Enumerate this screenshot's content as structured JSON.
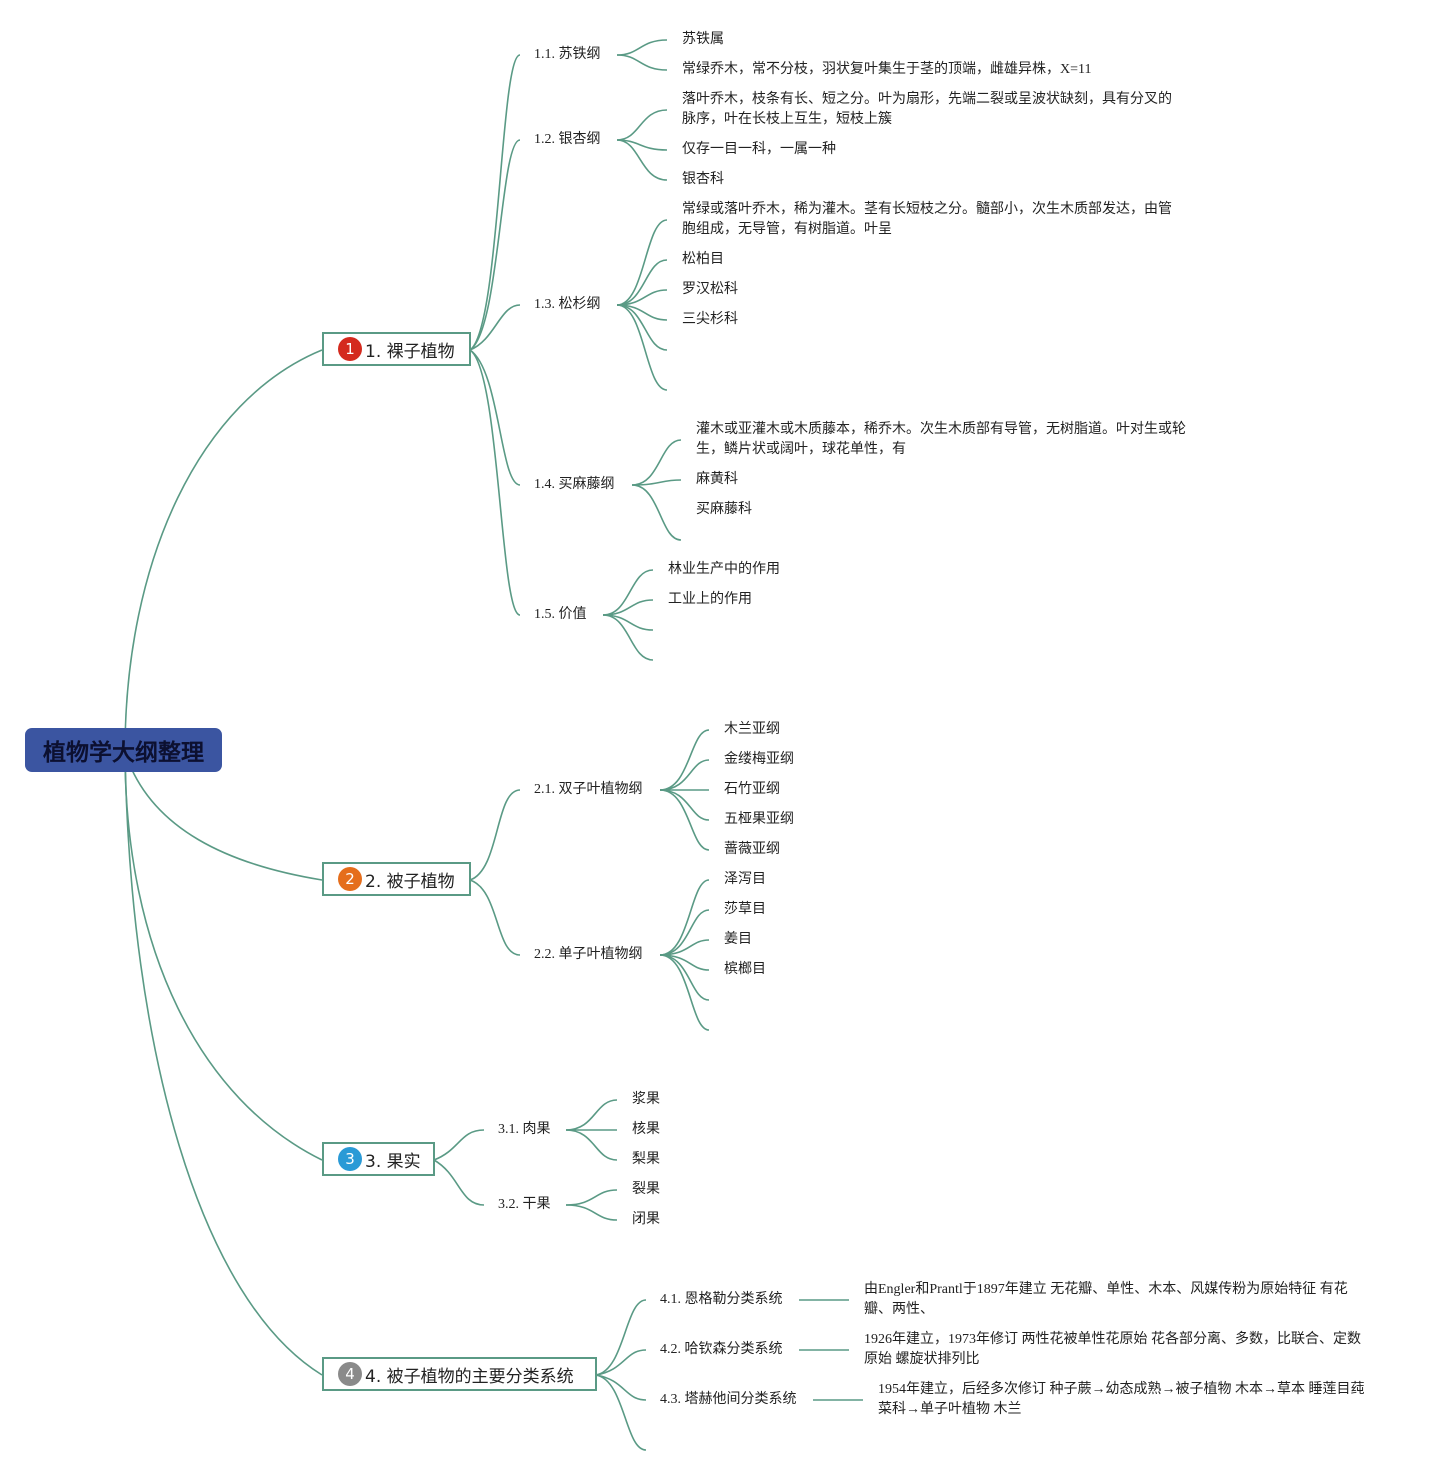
{
  "root": {
    "title": "植物学大纲整理"
  },
  "colors": {
    "root_fill": "#3b55a1",
    "line": "#5a9a85",
    "badge_1": "#d42a1e",
    "badge_2": "#e56e1c",
    "badge_3": "#2a9ad6",
    "badge_4": "#8a8a8a"
  },
  "branches": [
    {
      "number": "1",
      "label": "1. 裸子植物",
      "children": [
        {
          "label": "1.1. 苏铁纲",
          "leaves": [
            "苏铁属",
            "常绿乔木，常不分枝，羽状复叶集生于茎的顶端，雌雄异株，X=11"
          ]
        },
        {
          "label": "1.2. 银杏纲",
          "leaves": [
            "落叶乔木，枝条有长、短之分。叶为扇形，先端二裂或呈波状缺刻，具有分叉的脉序，叶在长枝上互生，短枝上簇",
            "仅存一目一科，一属一种",
            "银杏科"
          ]
        },
        {
          "label": "1.3. 松杉纲",
          "leaves": [
            "常绿或落叶乔木，稀为灌木。茎有长短枝之分。髓部小，次生木质部发达，由管胞组成，无导管，有树脂道。叶呈",
            "松柏目",
            "罗汉松科",
            "三尖杉科"
          ]
        },
        {
          "label": "1.4. 买麻藤纲",
          "leaves": [
            "灌木或亚灌木或木质藤本，稀乔木。次生木质部有导管，无树脂道。叶对生或轮生，鳞片状或阔叶，球花单性，有",
            "麻黄科",
            "买麻藤科"
          ]
        },
        {
          "label": "1.5. 价值",
          "leaves": [
            "林业生产中的作用",
            "工业上的作用"
          ]
        }
      ]
    },
    {
      "number": "2",
      "label": "2. 被子植物",
      "children": [
        {
          "label": "2.1. 双子叶植物纲",
          "leaves": [
            "木兰亚纲",
            "金缕梅亚纲",
            "石竹亚纲",
            "五桠果亚纲",
            "蔷薇亚纲"
          ]
        },
        {
          "label": "2.2. 单子叶植物纲",
          "leaves": [
            "泽泻目",
            "莎草目",
            "姜目",
            "槟榔目"
          ]
        }
      ]
    },
    {
      "number": "3",
      "label": "3. 果实",
      "children": [
        {
          "label": "3.1. 肉果",
          "leaves": [
            "浆果",
            "核果",
            "梨果"
          ]
        },
        {
          "label": "3.2. 干果",
          "leaves": [
            "裂果",
            "闭果"
          ]
        }
      ]
    },
    {
      "number": "4",
      "label": "4. 被子植物的主要分类系统",
      "children": [
        {
          "label": "4.1. 恩格勒分类系统",
          "leaves": [
            "由Engler和Prantl于1897年建立 无花瓣、单性、木本、风媒传粉为原始特征 有花瓣、两性、"
          ]
        },
        {
          "label": "4.2. 哈钦森分类系统",
          "leaves": [
            "1926年建立，1973年修订 两性花被单性花原始 花各部分离、多数，比联合、定数原始 螺旋状排列比"
          ]
        },
        {
          "label": "4.3. 塔赫他间分类系统",
          "leaves": [
            "1954年建立，后经多次修订 种子蕨→幼态成熟→被子植物 木本→草本 睡莲目莼菜科→单子叶植物 木兰"
          ]
        }
      ]
    }
  ]
}
